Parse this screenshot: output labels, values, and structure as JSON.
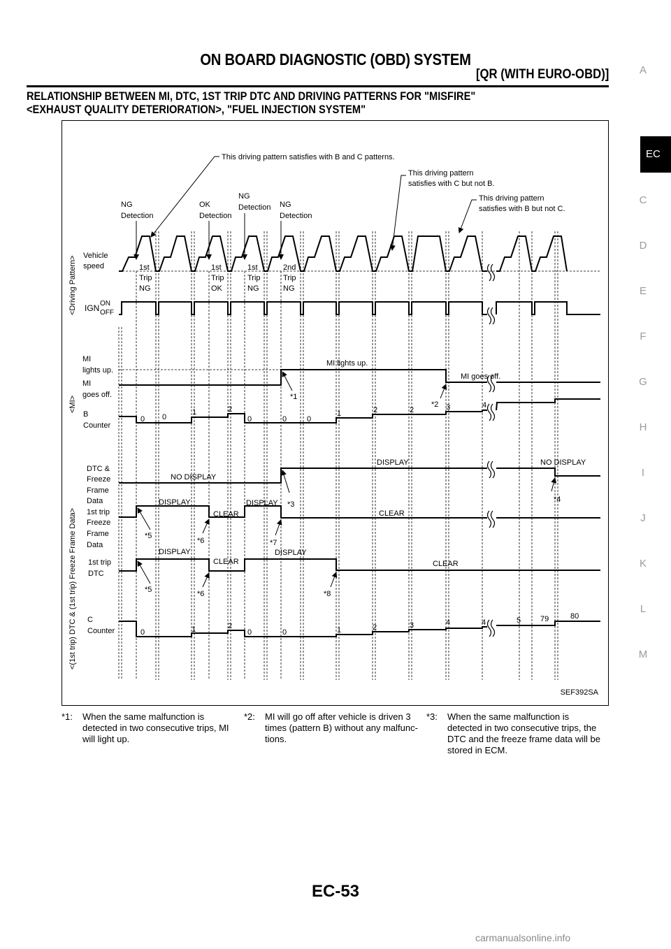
{
  "header": {
    "title": "ON BOARD DIAGNOSTIC (OBD) SYSTEM",
    "subtitle": "[QR (WITH EURO-OBD)]"
  },
  "section": {
    "title_line1": "RELATIONSHIP BETWEEN MI, DTC, 1ST TRIP DTC AND DRIVING PATTERNS FOR \"MISFIRE\"",
    "title_line2": "<EXHAUST QUALITY DETERIORATION>, \"FUEL INJECTION SYSTEM\""
  },
  "side_tabs": {
    "active": "EC",
    "letters": [
      "A",
      "C",
      "D",
      "E",
      "F",
      "G",
      "H",
      "I",
      "J",
      "K",
      "L",
      "M"
    ]
  },
  "figure": {
    "id": "SEF392SA",
    "callouts": {
      "bc": "This driving pattern satisfies with B and C patterns.",
      "c_not_b_1": "This driving pattern",
      "c_not_b_2": "satisfies with C but not B.",
      "b_not_c_1": "This driving pattern",
      "b_not_c_2": "satisfies with B but not C."
    },
    "detections": [
      {
        "l1": "NG",
        "l2": "Detection"
      },
      {
        "l1": "OK",
        "l2": "Detection"
      },
      {
        "l1": "NG",
        "l2": "Detection"
      },
      {
        "l1": "NG",
        "l2": "Detection"
      }
    ],
    "trips": [
      {
        "l1": "1st",
        "l2": "Trip",
        "l3": "NG"
      },
      {
        "l1": "1st",
        "l2": "Trip",
        "l3": "OK"
      },
      {
        "l1": "1st",
        "l2": "Trip",
        "l3": "NG"
      },
      {
        "l1": "2nd",
        "l2": "Trip",
        "l3": "NG"
      }
    ],
    "group_labels": {
      "driving": "<Driving Pattern>",
      "mi": "<MI>",
      "dtc": "<(1st trip) DTC & (1st trip) Freeze Frame Data>"
    },
    "row_labels": {
      "vehicle_speed": [
        "Vehicle",
        "speed"
      ],
      "ign": "IGN",
      "ign_on": "ON",
      "ign_off": "OFF",
      "mi_up": [
        "MI",
        "lights up."
      ],
      "mi_off": [
        "MI",
        "goes off."
      ],
      "b_counter": [
        "B",
        "Counter"
      ],
      "dtc_ffd": [
        "DTC &",
        "Freeze",
        "Frame",
        "Data"
      ],
      "trip_ffd": [
        "1st trip",
        "Freeze",
        "Frame",
        "Data"
      ],
      "trip_dtc": [
        "1st trip",
        "DTC"
      ],
      "c_counter": [
        "C",
        "Counter"
      ]
    },
    "signal_labels": {
      "mi_lights_up": "MI lights up.",
      "mi_goes_off": "MI goes off.",
      "dtc_no_display": "NO DISPLAY",
      "dtc_display": "DISPLAY",
      "dtc_no_display_end": "NO DISPLAY",
      "ffd_display_1": "DISPLAY",
      "ffd_clear_1": "CLEAR",
      "ffd_display_2": "DISPLAY",
      "ffd_clear_2": "CLEAR",
      "tdtc_display_1": "DISPLAY",
      "tdtc_clear_1": "CLEAR",
      "tdtc_display_2": "DISPLAY",
      "tdtc_clear_2": "CLEAR"
    },
    "b_counter_values": [
      "0",
      "0",
      "1",
      "2",
      "0",
      "0",
      "0",
      "1",
      "2",
      "2",
      "3",
      "4"
    ],
    "c_counter_values": [
      "0",
      "1",
      "2",
      "0",
      "0",
      "1",
      "2",
      "3",
      "4",
      "4",
      "5",
      "79",
      "80"
    ],
    "markers": [
      "*1",
      "*2",
      "*3",
      "*4",
      "*5",
      "*6",
      "*7",
      "*5",
      "*6",
      "*8"
    ]
  },
  "notes": [
    {
      "key": "*1:",
      "text": "When the same malfunction is detected in two consecutive trips, MI will light up."
    },
    {
      "key": "*2:",
      "text": "MI will go off after vehicle is driven 3 times (pattern B) without any malfunc-tions."
    },
    {
      "key": "*3:",
      "text": "When the same malfunction is detected in two consecutive trips, the DTC and the freeze frame data will be stored in ECM."
    }
  ],
  "page_number": "EC-53",
  "watermark": "carmanualsonline.info"
}
